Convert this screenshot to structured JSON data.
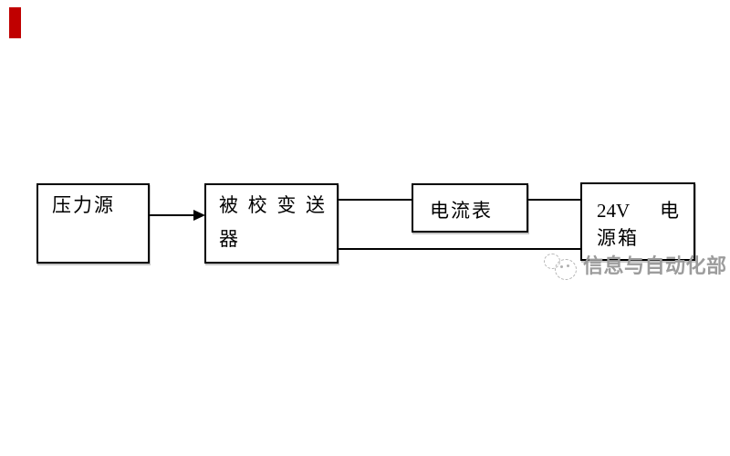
{
  "accent": {
    "red_bar_color": "#c00000",
    "line_color": "#000000",
    "watermark_color": "#9c9c9c"
  },
  "diagram": {
    "boxes": [
      {
        "id": "pressure-source",
        "full_label": "压力源",
        "lines": [
          "压力源"
        ]
      },
      {
        "id": "transmitter-under-test",
        "full_label": "被校变送器",
        "lines": [
          "被校变送",
          "器"
        ]
      },
      {
        "id": "ammeter",
        "full_label": "电流表",
        "lines": [
          "电流表"
        ]
      },
      {
        "id": "power-supply-24v",
        "full_label": "24V 电源箱",
        "lines": [
          "24V 电",
          "源箱"
        ]
      }
    ],
    "transmitter_line1_chars": [
      "被",
      "校",
      "变",
      "送"
    ],
    "power_line1_parts": [
      "24V",
      "电"
    ],
    "connections": [
      {
        "from": "pressure-source",
        "to": "transmitter-under-test",
        "style": "arrow"
      },
      {
        "from": "transmitter-under-test",
        "to": "ammeter",
        "style": "line"
      },
      {
        "from": "ammeter",
        "to": "power-supply-24v",
        "style": "line"
      },
      {
        "from": "transmitter-under-test",
        "to": "power-supply-24v",
        "style": "line-bottom"
      }
    ]
  },
  "watermark": {
    "text": "信息与自动化部"
  }
}
